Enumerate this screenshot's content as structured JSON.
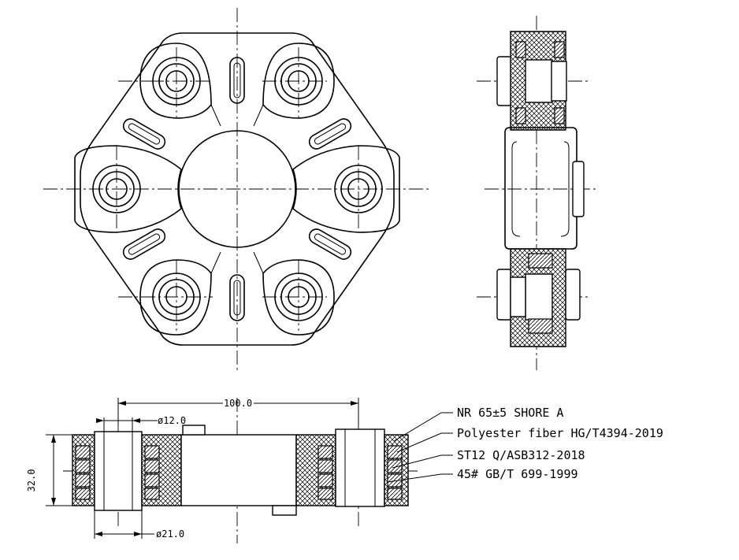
{
  "dimensions": {
    "length": "100.0",
    "hole_diameter": "ø12.0",
    "bushing_diameter": "ø21.0",
    "thickness": "32.0"
  },
  "materials": [
    "NR 65±5 SHORE A",
    "Polyester fiber HG/T4394-2019",
    "ST12 Q/ASB312-2018",
    "45# GB/T 699-1999"
  ]
}
